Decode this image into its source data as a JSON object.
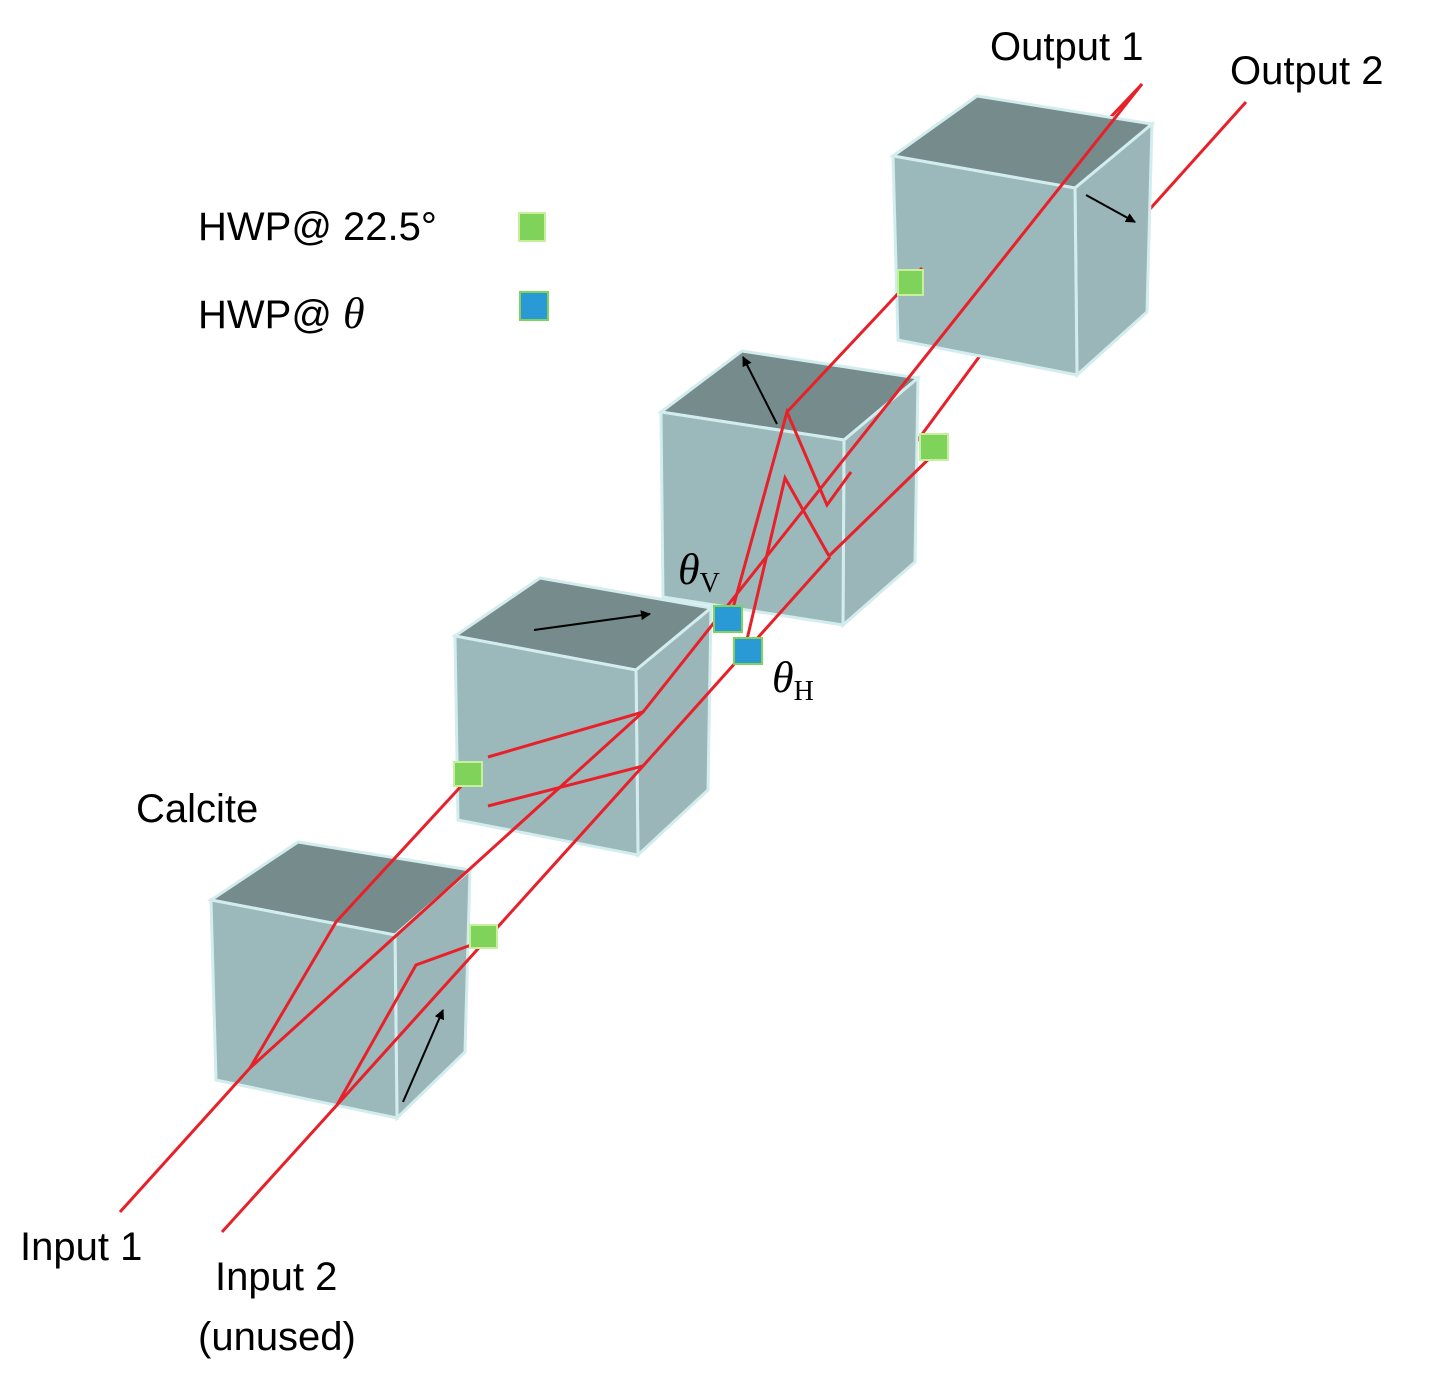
{
  "labels": {
    "output1": "Output 1",
    "output2": "Output 2",
    "input1": "Input 1",
    "input2_line1": "Input 2",
    "input2_line2": "(unused)",
    "calcite": "Calcite"
  },
  "legend": {
    "hwp_fixed": "HWP@ 22.5°",
    "hwp_theta_prefix": "HWP@ ",
    "hwp_theta_symbol": "θ"
  },
  "waveplate_labels": {
    "theta_v_symbol": "θ",
    "theta_v_sub": "V",
    "theta_h_symbol": "θ",
    "theta_h_sub": "H"
  },
  "colors": {
    "beam": "#e8202a",
    "cube_front": "#9bb8ba",
    "cube_top": "#768b8c",
    "cube_side": "#9ab6b8",
    "cube_edge": "#d3ecee",
    "hwp_fixed": "#7fd35a",
    "hwp_theta": "#2a9ad6",
    "arrow": "#000000"
  }
}
